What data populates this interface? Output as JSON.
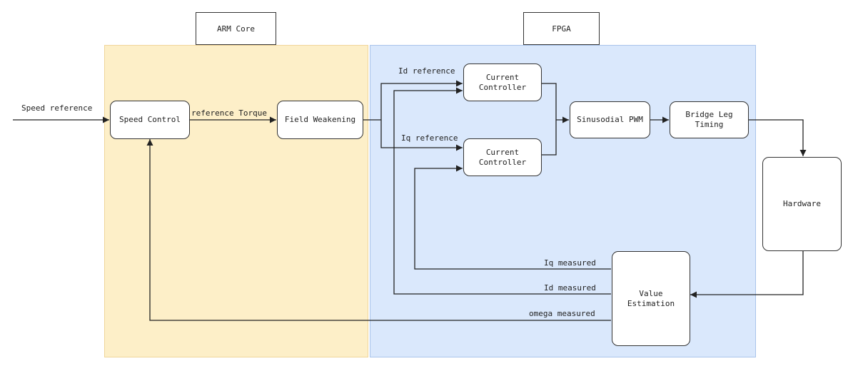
{
  "regions": {
    "arm": "ARM Core",
    "fpga": "FPGA"
  },
  "blocks": {
    "speed_control": "Speed Control",
    "field_weakening": "Field Weakening",
    "current_controller_d": "Current\nController",
    "current_controller_q": "Current\nController",
    "sinusoidal_pwm": "Sinusodial PWM",
    "bridge_leg_timing": "Bridge Leg\nTiming",
    "hardware": "Hardware",
    "value_estimation": "Value\nEstimation"
  },
  "signals": {
    "speed_reference": "Speed reference",
    "reference_torque": "reference Torque",
    "id_reference": "Id reference",
    "iq_reference": "Iq reference",
    "iq_measured": "Iq measured",
    "id_measured": "Id measured",
    "omega_measured": "omega measured"
  }
}
